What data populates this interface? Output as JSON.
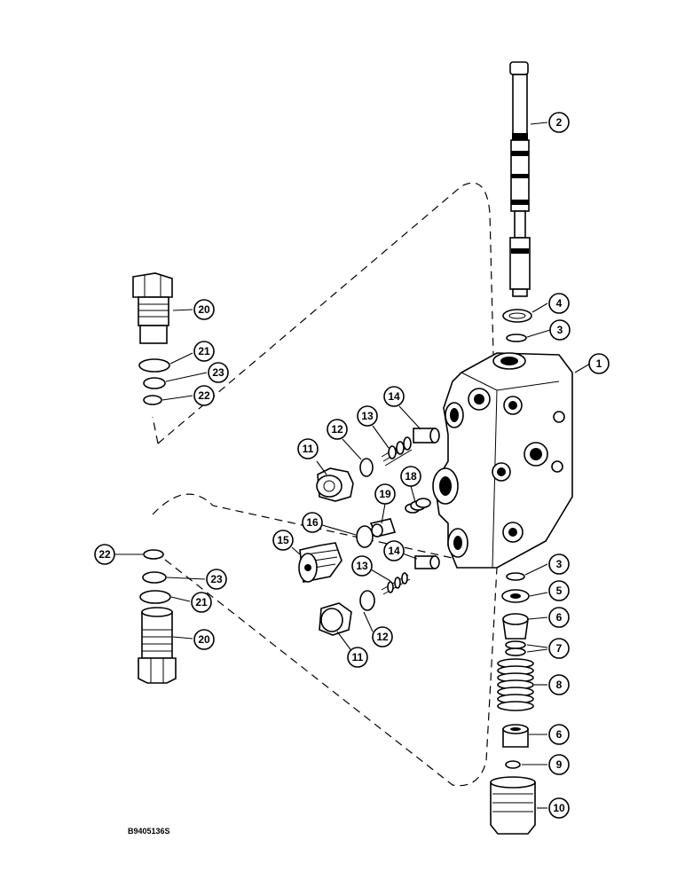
{
  "drawing_reference": "B9405136S",
  "callouts": {
    "c1": "1",
    "c2": "2",
    "c3a": "3",
    "c3b": "3",
    "c4": "4",
    "c5": "5",
    "c6a": "6",
    "c6b": "6",
    "c7": "7",
    "c8": "8",
    "c9": "9",
    "c10": "10",
    "c11a": "11",
    "c11b": "11",
    "c12a": "12",
    "c12b": "12",
    "c13a": "13",
    "c13b": "13",
    "c14a": "14",
    "c14b": "14",
    "c15": "15",
    "c16": "16",
    "c18": "18",
    "c19": "19",
    "c20a": "20",
    "c20b": "20",
    "c21a": "21",
    "c21b": "21",
    "c22a": "22",
    "c22b": "22",
    "c23a": "23",
    "c23b": "23"
  }
}
